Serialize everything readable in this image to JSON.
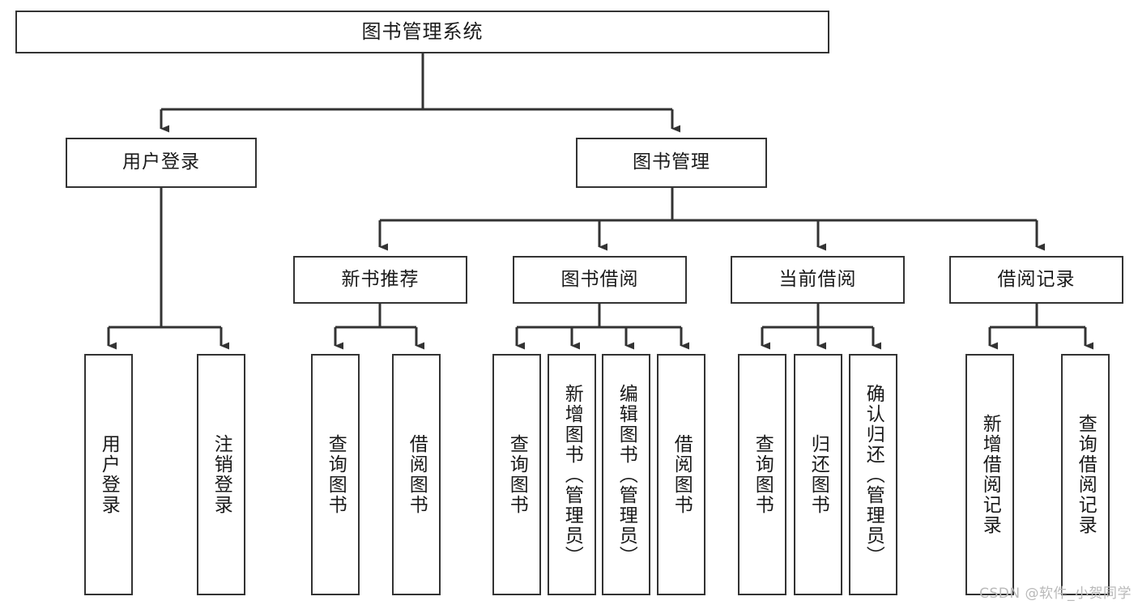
{
  "diagram": {
    "title": "图书管理系统",
    "watermark": "CSDN @软件_小贺同学",
    "line_color": "#333333",
    "box_fill": "#ffffff",
    "text_color": "#1a1a1a",
    "nodes": {
      "root": "图书管理系统",
      "level2": {
        "user_login": "用户登录",
        "book_manage": "图书管理"
      },
      "level3": {
        "new_book_rec": "新书推荐",
        "book_borrow": "图书借阅",
        "current_borrow": "当前借阅",
        "borrow_record": "借阅记录"
      },
      "leaves": {
        "user_login_1": "用户登录",
        "user_login_2": "注销登录",
        "new_book_rec_1": "查询图书",
        "new_book_rec_2": "借阅图书",
        "book_borrow_1": "查询图书",
        "book_borrow_2": "新增图书（管理员）",
        "book_borrow_3": "编辑图书（管理员）",
        "book_borrow_4": "借阅图书",
        "current_borrow_1": "查询图书",
        "current_borrow_2": "归还图书",
        "current_borrow_3": "确认归还（管理员）",
        "borrow_record_1": "新增借阅记录",
        "borrow_record_2": "查询借阅记录"
      }
    }
  }
}
